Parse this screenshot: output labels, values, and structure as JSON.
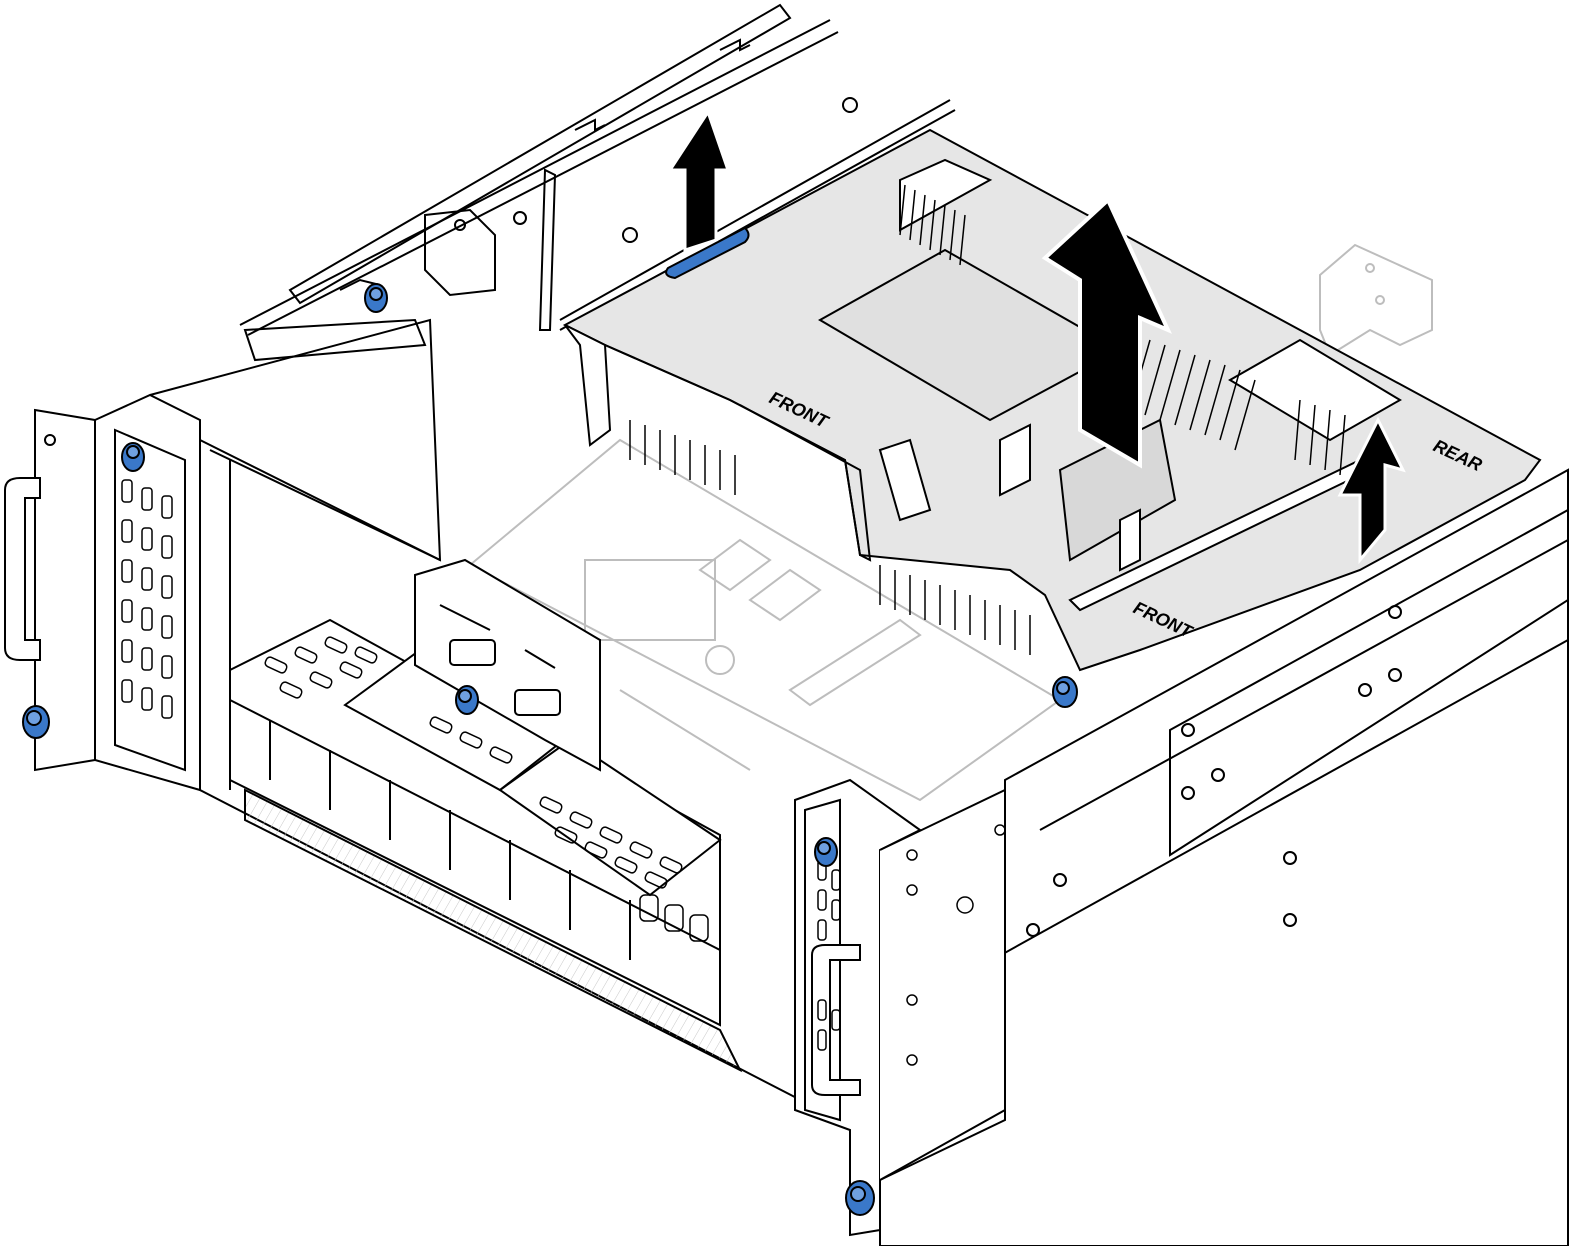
{
  "labels": {
    "front_left": "FRONT",
    "front_right": "FRONT",
    "rear": "REAR"
  },
  "colors": {
    "line": "#000000",
    "air_baffle_fill": "#e6e6e6",
    "thumbscrew_blue": "#3a78c9",
    "handle_tab_blue": "#3a78c9",
    "ghost_line": "#bdbdbd",
    "background": "#ffffff"
  },
  "icons": {
    "lift_arrow": "up-arrow-icon",
    "thumbscrew": "thumbscrew-icon"
  }
}
